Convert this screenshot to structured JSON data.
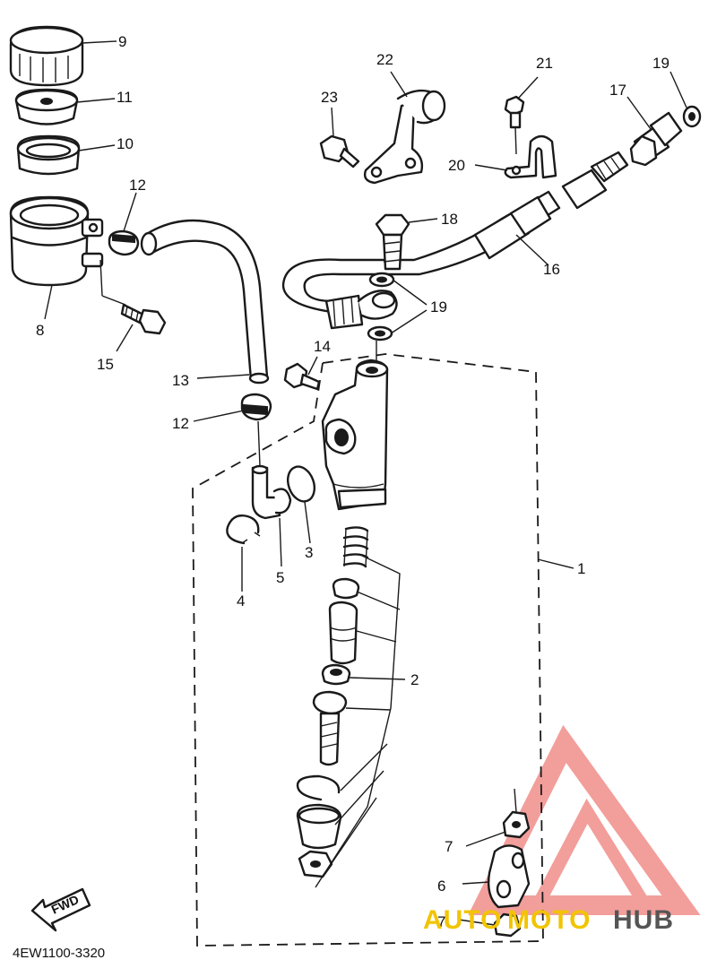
{
  "diagram": {
    "drawing_code": "4EW1100-3320",
    "fwd_label": "FWD",
    "watermark": {
      "auto": "AUTO",
      "moto": "MOTO",
      "hub": "HUB",
      "color_red": "#e8504a",
      "color_yellow": "#f2c400",
      "color_gray": "#555555"
    },
    "callouts": {
      "c1": "1",
      "c2": "2",
      "c3": "3",
      "c4": "4",
      "c5": "5",
      "c6": "6",
      "c7a": "7",
      "c7b": "7",
      "c8": "8",
      "c9": "9",
      "c10": "10",
      "c11": "11",
      "c12a": "12",
      "c12b": "12",
      "c13": "13",
      "c14": "14",
      "c15": "15",
      "c16": "16",
      "c17": "17",
      "c18": "18",
      "c19a": "19",
      "c19b": "19",
      "c20": "20",
      "c21": "21",
      "c22": "22",
      "c23": "23"
    }
  }
}
